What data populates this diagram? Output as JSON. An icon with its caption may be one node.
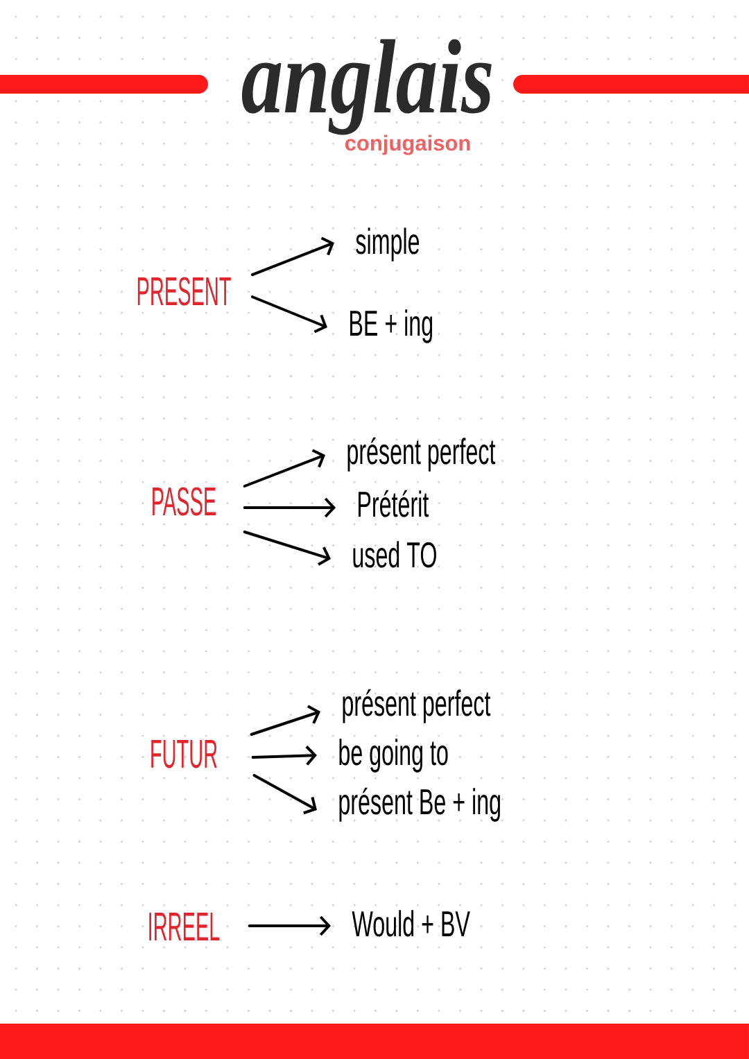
{
  "diagram": {
    "title": "anglais",
    "nodes": [
      {
        "text": [
          "PRESENT"
        ]
      },
      {
        "text": [
          "simple"
        ]
      },
      {
        "text": [
          "BE + ing"
        ]
      },
      {
        "text": [
          "PASSE"
        ]
      },
      {
        "text": [
          "présent perfect"
        ]
      },
      {
        "text": [
          "Prétérit"
        ]
      },
      {
        "text": [
          "used TO"
        ]
      },
      {
        "text": [
          "FUTUR"
        ]
      },
      {
        "text": [
          "présent perfect"
        ]
      },
      {
        "text": [
          "be going to"
        ]
      },
      {
        "text": [
          "présent Be + ing"
        ]
      },
      {
        "text": [
          "IRREEL"
        ]
      },
      {
        "text": [
          "Would + BV"
        ]
      }
    ],
    "edges": [
      {
        "from": 0,
        "to": 1,
        "arrow": "to"
      },
      {
        "from": 0,
        "to": 2,
        "arrow": "to"
      },
      {
        "from": 3,
        "to": 4,
        "arrow": "to"
      },
      {
        "from": 3,
        "to": 5,
        "arrow": "to"
      },
      {
        "from": 3,
        "to": 6,
        "arrow": "to"
      },
      {
        "from": 7,
        "to": 8,
        "arrow": "to"
      },
      {
        "from": 7,
        "to": 9,
        "arrow": "to"
      },
      {
        "from": 7,
        "to": 10,
        "arrow": "to"
      },
      {
        "from": 11,
        "to": 12,
        "arrow": "to"
      }
    ],
    "labels": [
      "conjugaison"
    ]
  }
}
